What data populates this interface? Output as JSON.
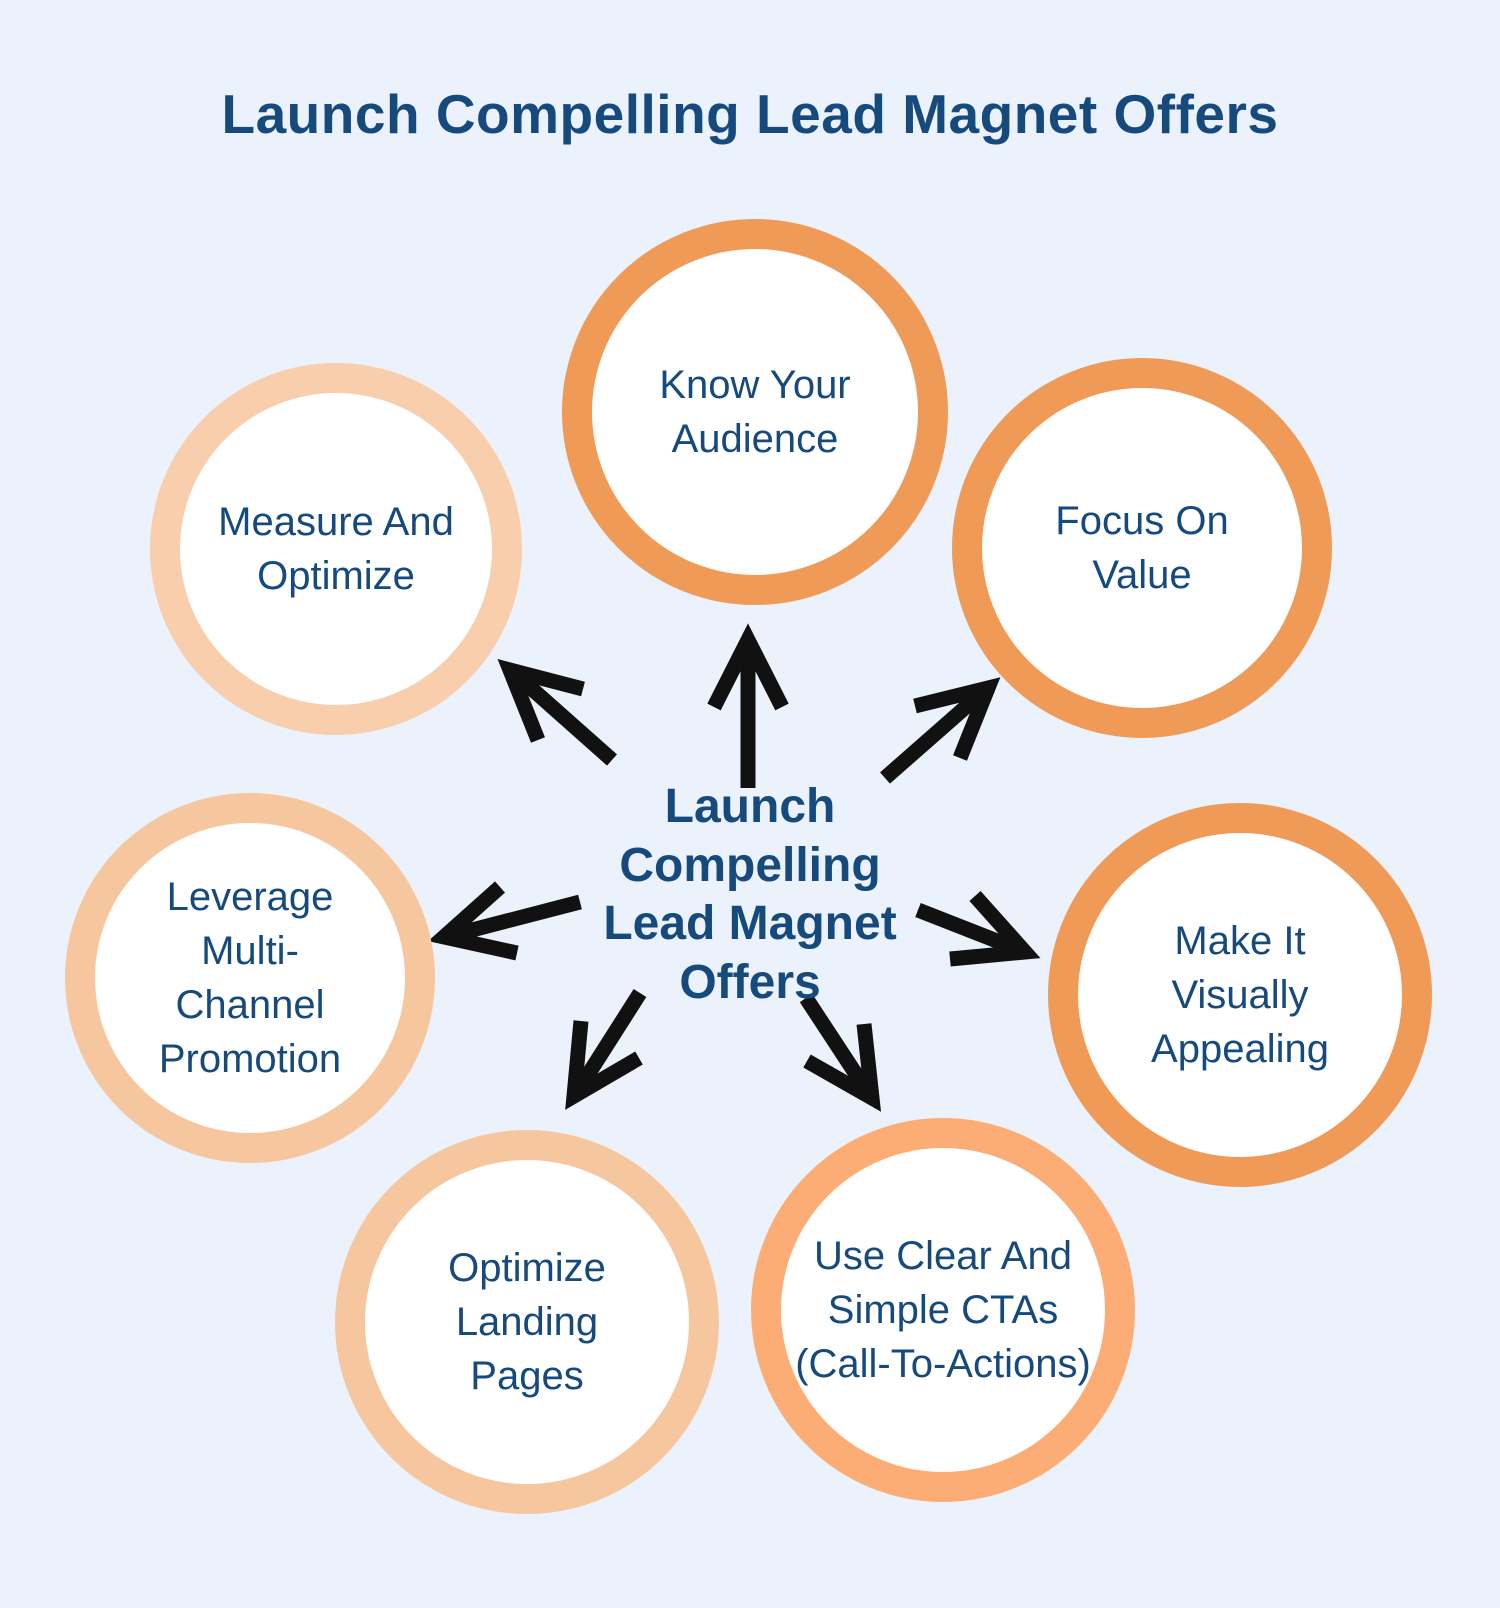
{
  "title": "Launch Compelling Lead Magnet Offers",
  "center_label": "Launch Compelling Lead Magnet Offers",
  "colors": {
    "background": "#EBF2FB",
    "text_navy": "#174A7C",
    "arrow_black": "#111111",
    "circle_fill": "#FFFFFF"
  },
  "nodes": [
    {
      "label": "Know Your Audience",
      "position": "top",
      "ring_color": "#F09A58"
    },
    {
      "label": "Focus On Value",
      "position": "top-right",
      "ring_color": "#F09A58"
    },
    {
      "label": "Make It Visually Appealing",
      "position": "right",
      "ring_color": "#F09A58"
    },
    {
      "label": "Use Clear And Simple CTAs (Call-To-Actions)",
      "position": "bottom-right",
      "ring_color": "#FBAD75"
    },
    {
      "label": "Optimize Landing Pages",
      "position": "bottom-left",
      "ring_color": "#F6C69E"
    },
    {
      "label": "Leverage Multi-Channel Promotion",
      "position": "left",
      "ring_color": "#F6C69E"
    },
    {
      "label": "Measure And Optimize",
      "position": "top-left",
      "ring_color": "#F8CEAC"
    }
  ]
}
